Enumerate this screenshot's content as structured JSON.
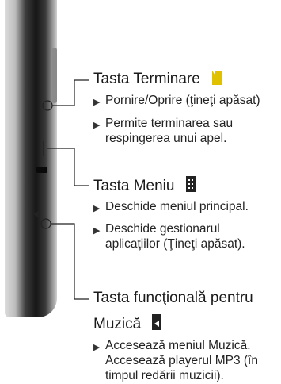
{
  "sections": [
    {
      "title": "Tasta Terminare",
      "icon": "end-key-icon",
      "bullets": [
        "Pornire/Oprire (ţineţi apăsat)",
        "Permite terminarea sau\nrespingerea unui apel."
      ]
    },
    {
      "title": "Tasta Meniu",
      "icon": "menu-key-icon",
      "bullets": [
        "Deschide meniul principal.",
        "Deschide gestionarul\naplicaţiilor (Ţineţi apăsat)."
      ]
    },
    {
      "title_line1": "Tasta funcţională pentru",
      "title_line2": "Muzică",
      "icon": "music-key-icon",
      "bullets": [
        "Accesează meniul Muzică.\nAccesează playerul MP3 (în\ntimpul redării muzicii)."
      ]
    }
  ],
  "colors": {
    "accent_icon": "#e0c100",
    "background": "#ffffff",
    "text": "#1a1a1a"
  }
}
